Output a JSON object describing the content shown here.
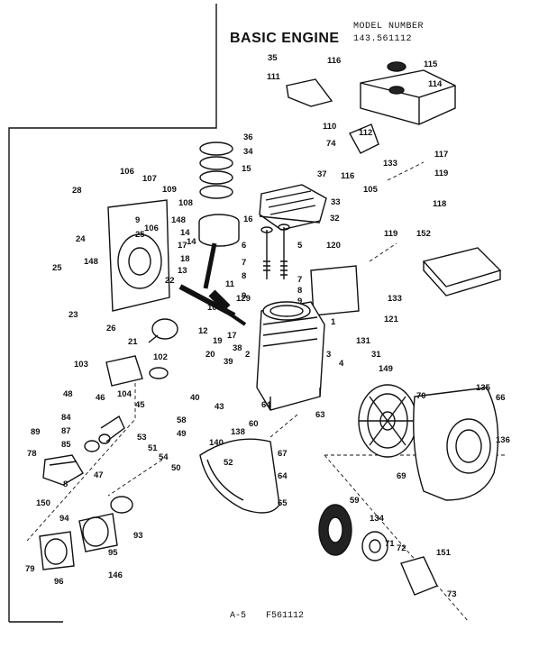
{
  "header": {
    "title": "BASIC ENGINE",
    "model_label": "MODEL NUMBER",
    "model_number": "143.561112"
  },
  "footer": {
    "page_ref": "A-5",
    "diagram_code": "F561112"
  },
  "callouts": [
    {
      "id": "c35",
      "text": "35"
    },
    {
      "id": "c116a",
      "text": "116"
    },
    {
      "id": "c115",
      "text": "115"
    },
    {
      "id": "c114",
      "text": "114"
    },
    {
      "id": "c111",
      "text": "111"
    },
    {
      "id": "c36",
      "text": "36"
    },
    {
      "id": "c110",
      "text": "110"
    },
    {
      "id": "c34",
      "text": "34"
    },
    {
      "id": "c74",
      "text": "74"
    },
    {
      "id": "c112",
      "text": "112"
    },
    {
      "id": "c133a",
      "text": "133"
    },
    {
      "id": "c117",
      "text": "117"
    },
    {
      "id": "c37",
      "text": "37"
    },
    {
      "id": "c116b",
      "text": "116"
    },
    {
      "id": "c119a",
      "text": "119"
    },
    {
      "id": "c15",
      "text": "15"
    },
    {
      "id": "c106",
      "text": "106"
    },
    {
      "id": "c107",
      "text": "107"
    },
    {
      "id": "c109",
      "text": "109"
    },
    {
      "id": "c28",
      "text": "28"
    },
    {
      "id": "c33",
      "text": "33"
    },
    {
      "id": "c105",
      "text": "105"
    },
    {
      "id": "c118",
      "text": "118"
    },
    {
      "id": "c108",
      "text": "108"
    },
    {
      "id": "c9a",
      "text": "9"
    },
    {
      "id": "c148a",
      "text": "148"
    },
    {
      "id": "c106b",
      "text": "106"
    },
    {
      "id": "c16",
      "text": "16"
    },
    {
      "id": "c32",
      "text": "32"
    },
    {
      "id": "c25a",
      "text": "25"
    },
    {
      "id": "c14a",
      "text": "14"
    },
    {
      "id": "c14b",
      "text": "14"
    },
    {
      "id": "c17a",
      "text": "17"
    },
    {
      "id": "c6",
      "text": "6"
    },
    {
      "id": "c5",
      "text": "5"
    },
    {
      "id": "c119b",
      "text": "119"
    },
    {
      "id": "c152",
      "text": "152"
    },
    {
      "id": "c120",
      "text": "120"
    },
    {
      "id": "c24",
      "text": "24"
    },
    {
      "id": "c18",
      "text": "18"
    },
    {
      "id": "c7a",
      "text": "7"
    },
    {
      "id": "c25b",
      "text": "25"
    },
    {
      "id": "c148b",
      "text": "148"
    },
    {
      "id": "c8a",
      "text": "8"
    },
    {
      "id": "c13",
      "text": "13"
    },
    {
      "id": "c9b",
      "text": "9"
    },
    {
      "id": "c7b",
      "text": "7"
    },
    {
      "id": "c22",
      "text": "22"
    },
    {
      "id": "c8b",
      "text": "8"
    },
    {
      "id": "c11",
      "text": "11"
    },
    {
      "id": "c9c",
      "text": "9"
    },
    {
      "id": "c133b",
      "text": "133"
    },
    {
      "id": "c23",
      "text": "23"
    },
    {
      "id": "c129",
      "text": "129"
    },
    {
      "id": "c10",
      "text": "10"
    },
    {
      "id": "c121",
      "text": "121"
    },
    {
      "id": "c26",
      "text": "26"
    },
    {
      "id": "c1",
      "text": "1"
    },
    {
      "id": "c12",
      "text": "12"
    },
    {
      "id": "c17b",
      "text": "17"
    },
    {
      "id": "c21",
      "text": "21"
    },
    {
      "id": "c19",
      "text": "19"
    },
    {
      "id": "c131",
      "text": "131"
    },
    {
      "id": "c38",
      "text": "38"
    },
    {
      "id": "c2",
      "text": "2"
    },
    {
      "id": "c102",
      "text": "102"
    },
    {
      "id": "c20",
      "text": "20"
    },
    {
      "id": "c39",
      "text": "39"
    },
    {
      "id": "c31",
      "text": "31"
    },
    {
      "id": "c3",
      "text": "3"
    },
    {
      "id": "c4",
      "text": "4"
    },
    {
      "id": "c149",
      "text": "149"
    },
    {
      "id": "c103",
      "text": "103"
    },
    {
      "id": "c104",
      "text": "104"
    },
    {
      "id": "c40",
      "text": "40"
    },
    {
      "id": "c135",
      "text": "135"
    },
    {
      "id": "c66",
      "text": "66"
    },
    {
      "id": "c70",
      "text": "70"
    },
    {
      "id": "c48",
      "text": "48"
    },
    {
      "id": "c46",
      "text": "46"
    },
    {
      "id": "c45",
      "text": "45"
    },
    {
      "id": "c43",
      "text": "43"
    },
    {
      "id": "c64a",
      "text": "64"
    },
    {
      "id": "c58",
      "text": "58"
    },
    {
      "id": "c60",
      "text": "60"
    },
    {
      "id": "c63",
      "text": "63"
    },
    {
      "id": "c136",
      "text": "136"
    },
    {
      "id": "c84",
      "text": "84"
    },
    {
      "id": "c138",
      "text": "138"
    },
    {
      "id": "c89",
      "text": "89"
    },
    {
      "id": "c87",
      "text": "87"
    },
    {
      "id": "c53",
      "text": "53"
    },
    {
      "id": "c49",
      "text": "49"
    },
    {
      "id": "c140",
      "text": "140"
    },
    {
      "id": "c85",
      "text": "85"
    },
    {
      "id": "c51",
      "text": "51"
    },
    {
      "id": "c67",
      "text": "67"
    },
    {
      "id": "c78",
      "text": "78"
    },
    {
      "id": "c54",
      "text": "54"
    },
    {
      "id": "c52",
      "text": "52"
    },
    {
      "id": "c50",
      "text": "50"
    },
    {
      "id": "c47",
      "text": "47"
    },
    {
      "id": "c64b",
      "text": "64"
    },
    {
      "id": "c69",
      "text": "69"
    },
    {
      "id": "c8c",
      "text": "8"
    },
    {
      "id": "c150",
      "text": "150"
    },
    {
      "id": "c65",
      "text": "65"
    },
    {
      "id": "c59",
      "text": "59"
    },
    {
      "id": "c94",
      "text": "94"
    },
    {
      "id": "c93",
      "text": "93"
    },
    {
      "id": "c134",
      "text": "134"
    },
    {
      "id": "c95",
      "text": "95"
    },
    {
      "id": "c71",
      "text": "71"
    },
    {
      "id": "c72",
      "text": "72"
    },
    {
      "id": "c79",
      "text": "79"
    },
    {
      "id": "c151",
      "text": "151"
    },
    {
      "id": "c96",
      "text": "96"
    },
    {
      "id": "c146",
      "text": "146"
    },
    {
      "id": "c73",
      "text": "73"
    }
  ]
}
